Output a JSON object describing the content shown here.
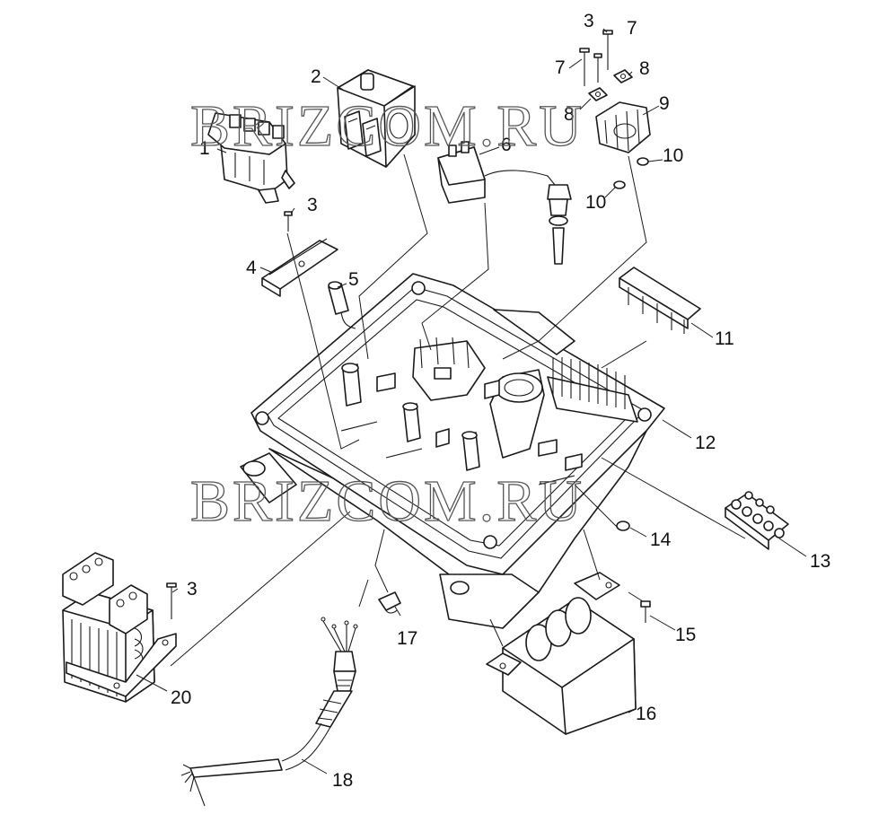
{
  "watermark": {
    "text": "BRIZCOM.RU"
  },
  "callouts": [
    {
      "id": "c1",
      "label": "1"
    },
    {
      "id": "c2",
      "label": "2"
    },
    {
      "id": "c3a",
      "label": "3"
    },
    {
      "id": "c3b",
      "label": "3"
    },
    {
      "id": "c3c",
      "label": "3"
    },
    {
      "id": "c4",
      "label": "4"
    },
    {
      "id": "c5",
      "label": "5"
    },
    {
      "id": "c6",
      "label": "6"
    },
    {
      "id": "c7a",
      "label": "7"
    },
    {
      "id": "c7b",
      "label": "7"
    },
    {
      "id": "c8a",
      "label": "8"
    },
    {
      "id": "c8b",
      "label": "8"
    },
    {
      "id": "c9",
      "label": "9"
    },
    {
      "id": "c10a",
      "label": "10"
    },
    {
      "id": "c10b",
      "label": "10"
    },
    {
      "id": "c11",
      "label": "11"
    },
    {
      "id": "c12",
      "label": "12"
    },
    {
      "id": "c13",
      "label": "13"
    },
    {
      "id": "c14",
      "label": "14"
    },
    {
      "id": "c15",
      "label": "15"
    },
    {
      "id": "c16",
      "label": "16"
    },
    {
      "id": "c17",
      "label": "17"
    },
    {
      "id": "c18",
      "label": "18"
    },
    {
      "id": "c20",
      "label": "20"
    }
  ]
}
